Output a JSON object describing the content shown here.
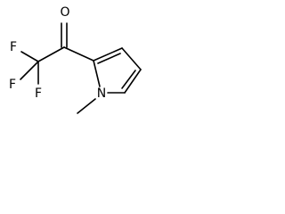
{
  "molecule": {
    "atoms": {
      "oxygen": "O",
      "fluorine_top": "F",
      "fluorine_left": "F",
      "fluorine_bottom": "F",
      "nitrogen": "N"
    },
    "colors": {
      "bond": "#000000",
      "label": "#000000",
      "background": "#ffffff"
    }
  }
}
